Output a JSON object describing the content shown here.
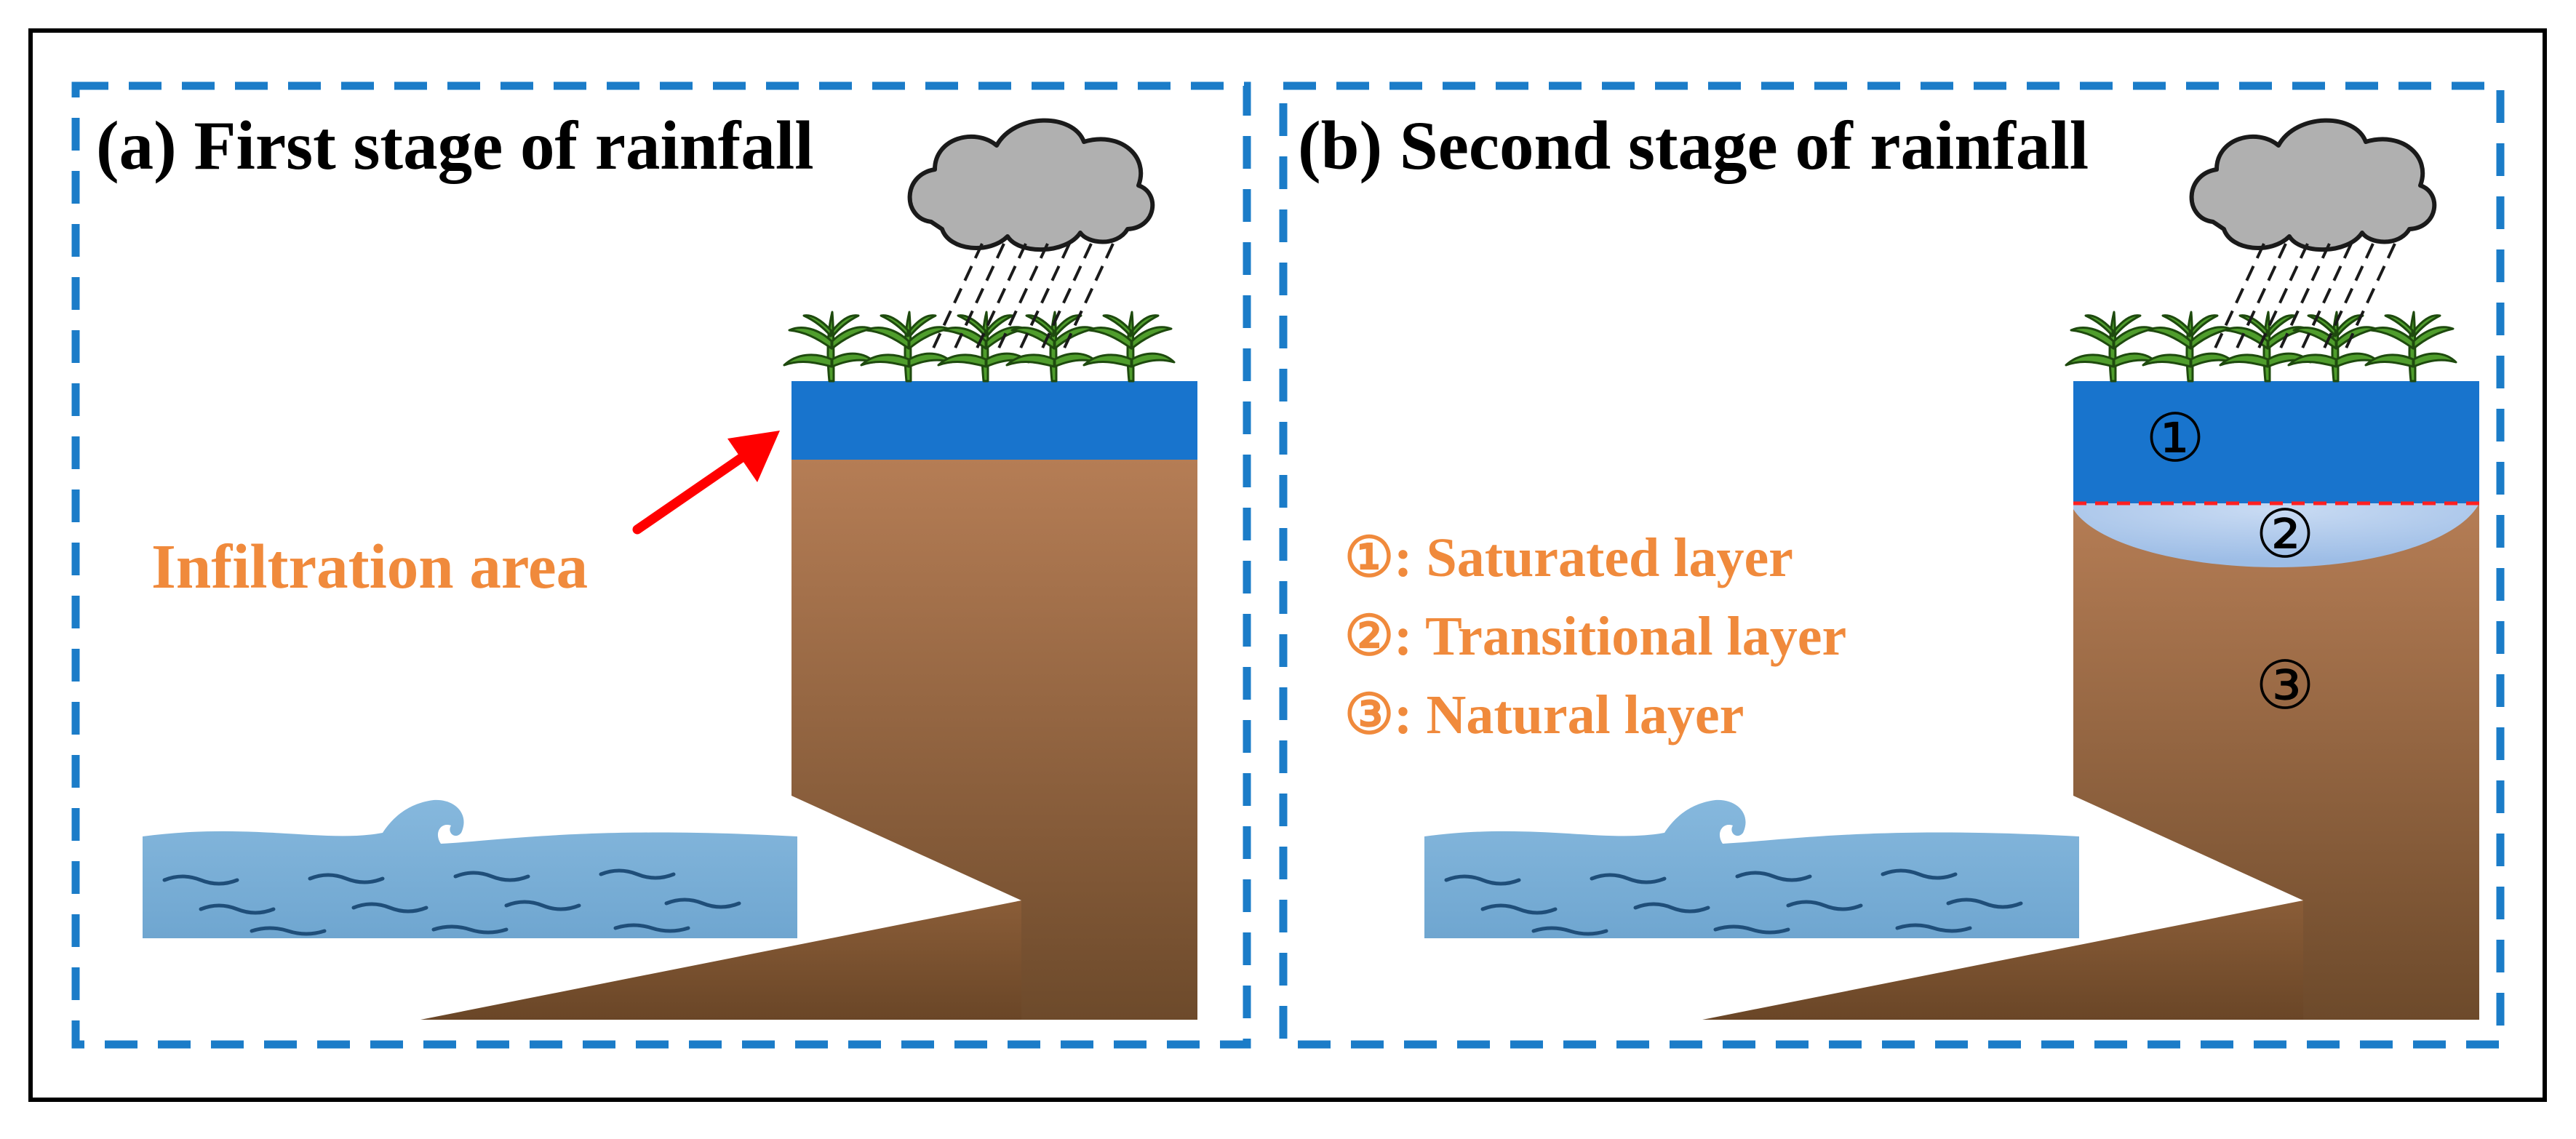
{
  "panels": {
    "a": {
      "title": "(a) First stage of rainfall",
      "annotation": "Infiltration area"
    },
    "b": {
      "title": "(b) Second stage of rainfall",
      "layer_markers": [
        "①",
        "②",
        "③"
      ],
      "legend": [
        "①: Saturated layer",
        "②: Transitional layer",
        "③: Natural layer"
      ]
    }
  },
  "colors": {
    "outer_border": "#000000",
    "panel_border": "#1b7cc8",
    "saturated_layer": "#1874cd",
    "transitional_layer": "#a7c6ea",
    "soil_top": "#b57d55",
    "soil_bottom": "#6d4a2b",
    "water": "#7bafd4",
    "cloud": "#b0b0b0",
    "plant": "#4f9d2c",
    "arrow": "#ff0000",
    "annotation_text": "#f08a3c",
    "wetting_front": "#ff2020"
  },
  "icons": {
    "cloud": "rain-cloud-icon",
    "plant": "sprout-icon",
    "wave": "wave-icon"
  }
}
